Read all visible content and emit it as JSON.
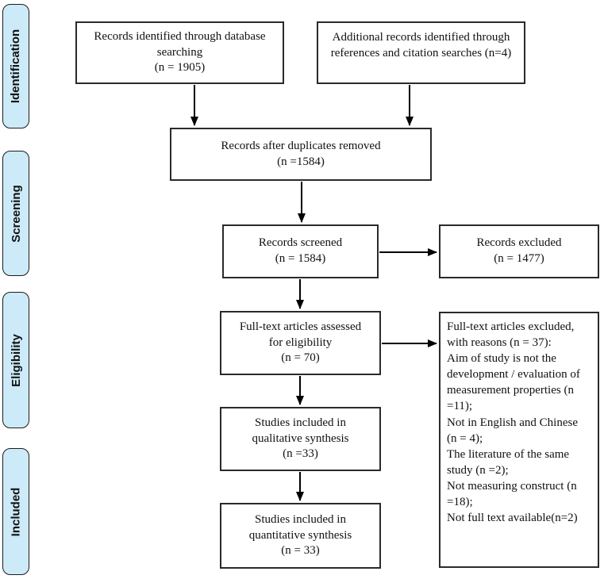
{
  "stages": [
    {
      "label": "Identification"
    },
    {
      "label": "Screening"
    },
    {
      "label": "Eligibility"
    },
    {
      "label": "Included"
    }
  ],
  "boxes": {
    "identified": {
      "lines": [
        "Records identified through database",
        "searching",
        "(n = 1905)"
      ]
    },
    "additional": {
      "lines": [
        "Additional records identified through",
        "references and citation searches (n=4)"
      ]
    },
    "duplicates_removed": {
      "lines": [
        "Records after duplicates removed",
        "(n =1584)"
      ]
    },
    "screened": {
      "lines": [
        "Records screened",
        "(n = 1584)"
      ]
    },
    "records_excluded": {
      "lines": [
        "Records excluded",
        "(n = 1477)"
      ]
    },
    "fulltext_assessed": {
      "lines": [
        "Full-text articles assessed",
        "for eligibility",
        "(n = 70)"
      ]
    },
    "fulltext_excluded": {
      "lines": [
        "Full-text articles excluded,",
        "with reasons (n = 37):",
        "Aim of study is not the",
        "development / evaluation of",
        "measurement properties (n",
        "=11);",
        "Not in English and Chinese",
        "(n = 4);",
        "The literature of the same",
        "study (n =2);",
        "Not measuring construct (n",
        "=18);",
        "Not full text available(n=2)"
      ]
    },
    "qualitative": {
      "lines": [
        "Studies included in",
        "qualitative synthesis",
        "(n =33)"
      ]
    },
    "quantitative": {
      "lines": [
        "Studies included in",
        "quantitative synthesis",
        "(n = 33)"
      ]
    }
  },
  "colors": {
    "stage_fill": "#cdeaf9",
    "box_border": "#2a2a2a",
    "arrow": "#000000",
    "background": "#ffffff"
  }
}
